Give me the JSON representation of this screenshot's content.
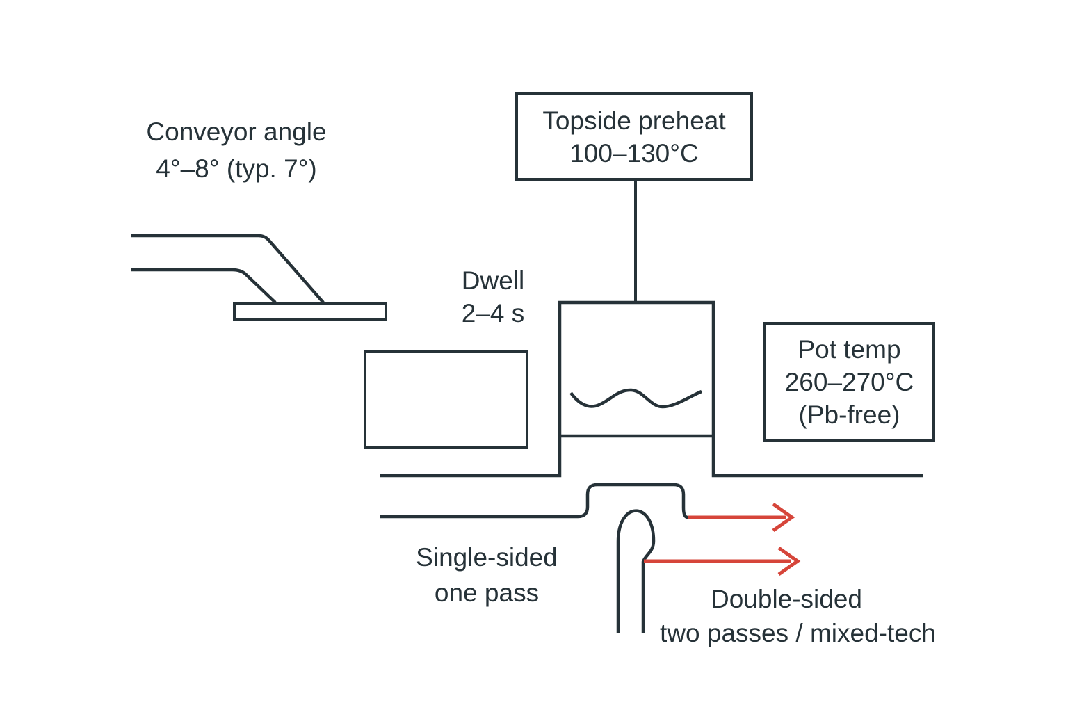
{
  "colors": {
    "ink": "#263238",
    "accent": "#d6453a",
    "background": "#ffffff"
  },
  "labels": {
    "conveyor_angle": {
      "line1": "Conveyor angle",
      "line2": "4°–8° (typ. 7°)"
    },
    "dwell": {
      "line1": "Dwell",
      "line2": "2–4 s"
    },
    "single_sided": {
      "line1": "Single-sided",
      "line2": "one pass"
    },
    "double_sided": {
      "line1": "Double-sided",
      "line2": "two passes / mixed-tech"
    }
  },
  "boxes": {
    "topside_preheat": {
      "line1": "Topside preheat",
      "line2": "100–130°C"
    },
    "pot_temp": {
      "line1": "Pot temp",
      "line2": "260–270°C",
      "line3": "(Pb-free)"
    }
  }
}
